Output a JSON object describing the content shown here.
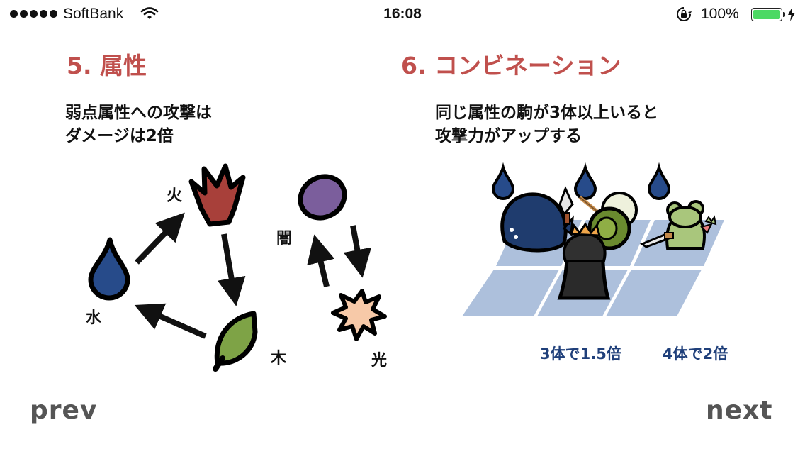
{
  "status_bar": {
    "carrier": "SoftBank",
    "time": "16:08",
    "battery_percent": "100%",
    "battery_level": 1.0,
    "battery_color": "#4cd964"
  },
  "section5": {
    "title": "5. 属性",
    "desc_line1": "弱点属性への攻撃は",
    "desc_line2": "ダメージは2倍",
    "labels": {
      "fire": "火",
      "water": "水",
      "wood": "木",
      "dark": "闇",
      "light": "光"
    }
  },
  "section6": {
    "title": "6. コンビネーション",
    "desc_line1": "同じ属性の駒が3体以上いると",
    "desc_line2": "攻撃力がアップする",
    "bonus_three": "3体で1.5倍",
    "bonus_four": "4体で2倍"
  },
  "nav": {
    "prev": "prev",
    "next": "next"
  },
  "colors": {
    "title": "#c0504d",
    "bonus_text": "#1f3f7a",
    "fire": "#a8403a",
    "water": "#274b8a",
    "wood": "#7ea346",
    "dark": "#7b5e9c",
    "light": "#f7c9a8",
    "board": "#adc0dc"
  }
}
